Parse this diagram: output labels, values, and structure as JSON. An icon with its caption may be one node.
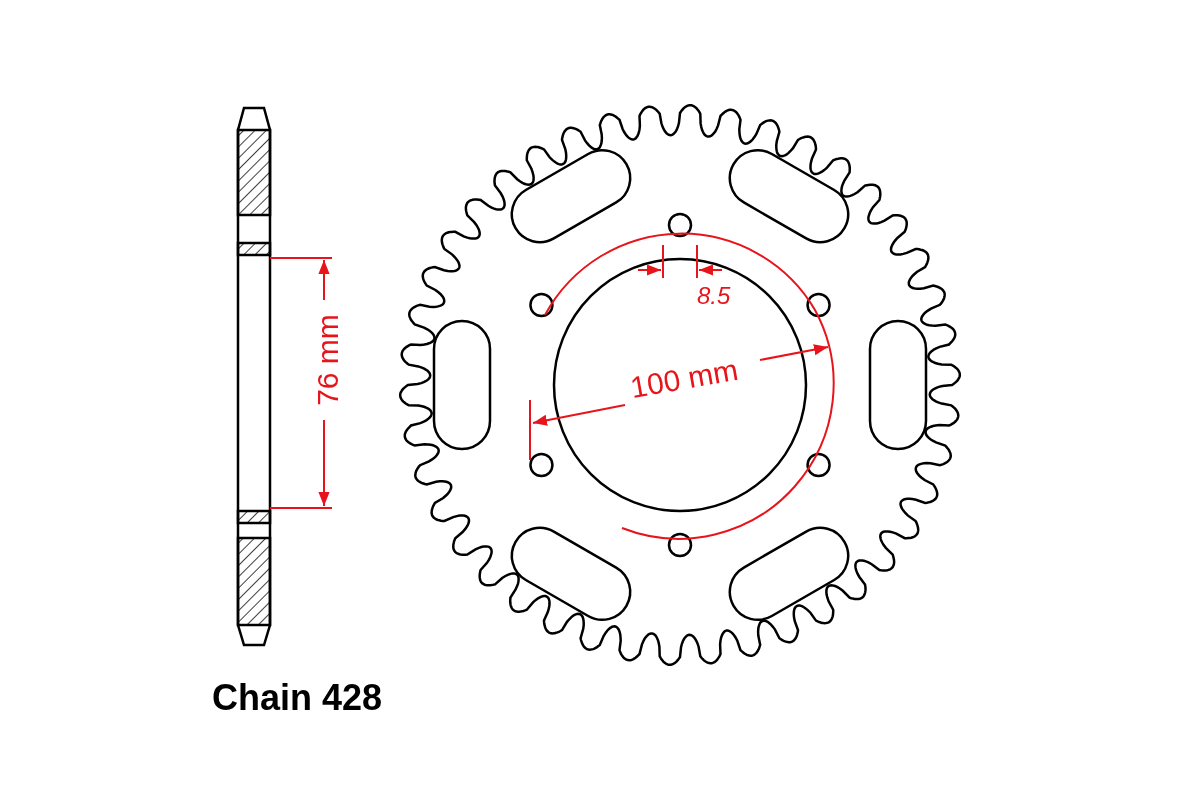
{
  "diagram": {
    "labels": [
      "76 mm",
      "8.5",
      "100 mm",
      "Chain 428"
    ]
  }
}
